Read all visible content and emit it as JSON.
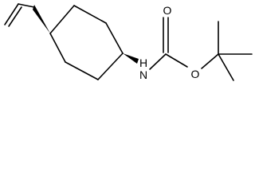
{
  "molecule": {
    "atoms": {
      "nitrogen": "N",
      "hydrogen": "H",
      "carbonyl_oxygen": "O",
      "ester_oxygen": "O"
    },
    "colors": {
      "bond": "#000000",
      "label": "#000000",
      "background": "#ffffff"
    }
  }
}
